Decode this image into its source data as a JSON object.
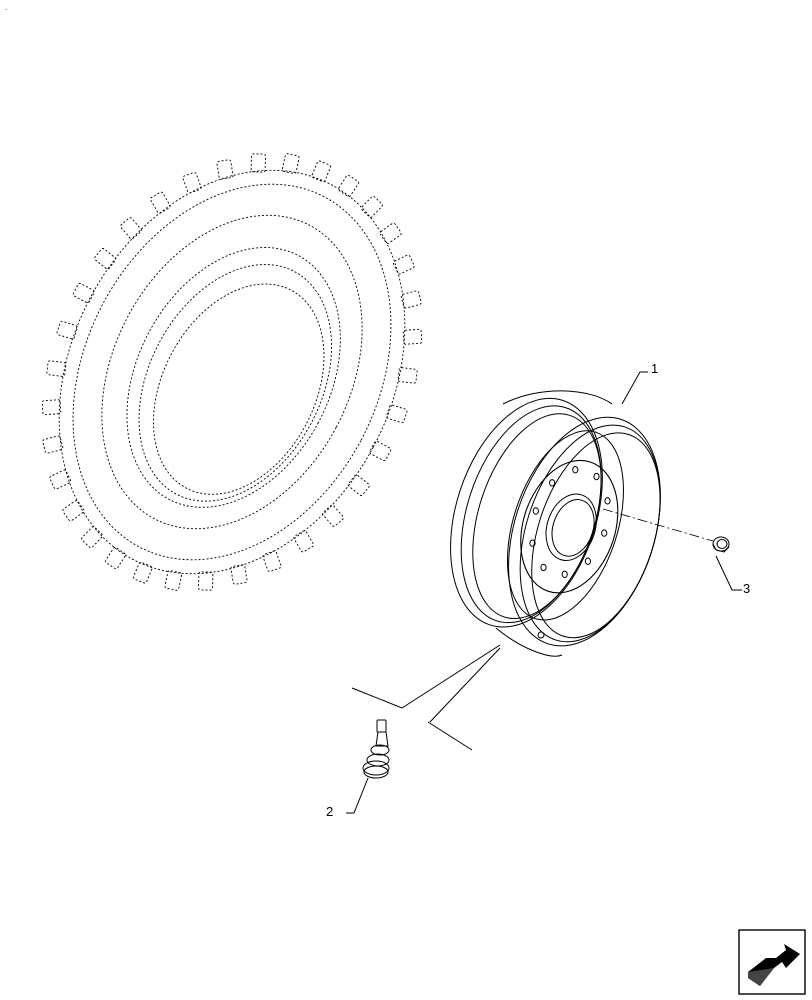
{
  "corner_mark": ".",
  "callouts": [
    {
      "id": "1",
      "label": "1",
      "part": "wheel-rim"
    },
    {
      "id": "2",
      "label": "2",
      "part": "valve-stem"
    },
    {
      "id": "3",
      "label": "3",
      "part": "wheel-nut"
    }
  ],
  "reference_part": "tire",
  "nav_icon": "next-page-arrow-icon",
  "colors": {
    "line": "#000000",
    "dashed": "#000000",
    "background": "#ffffff"
  }
}
